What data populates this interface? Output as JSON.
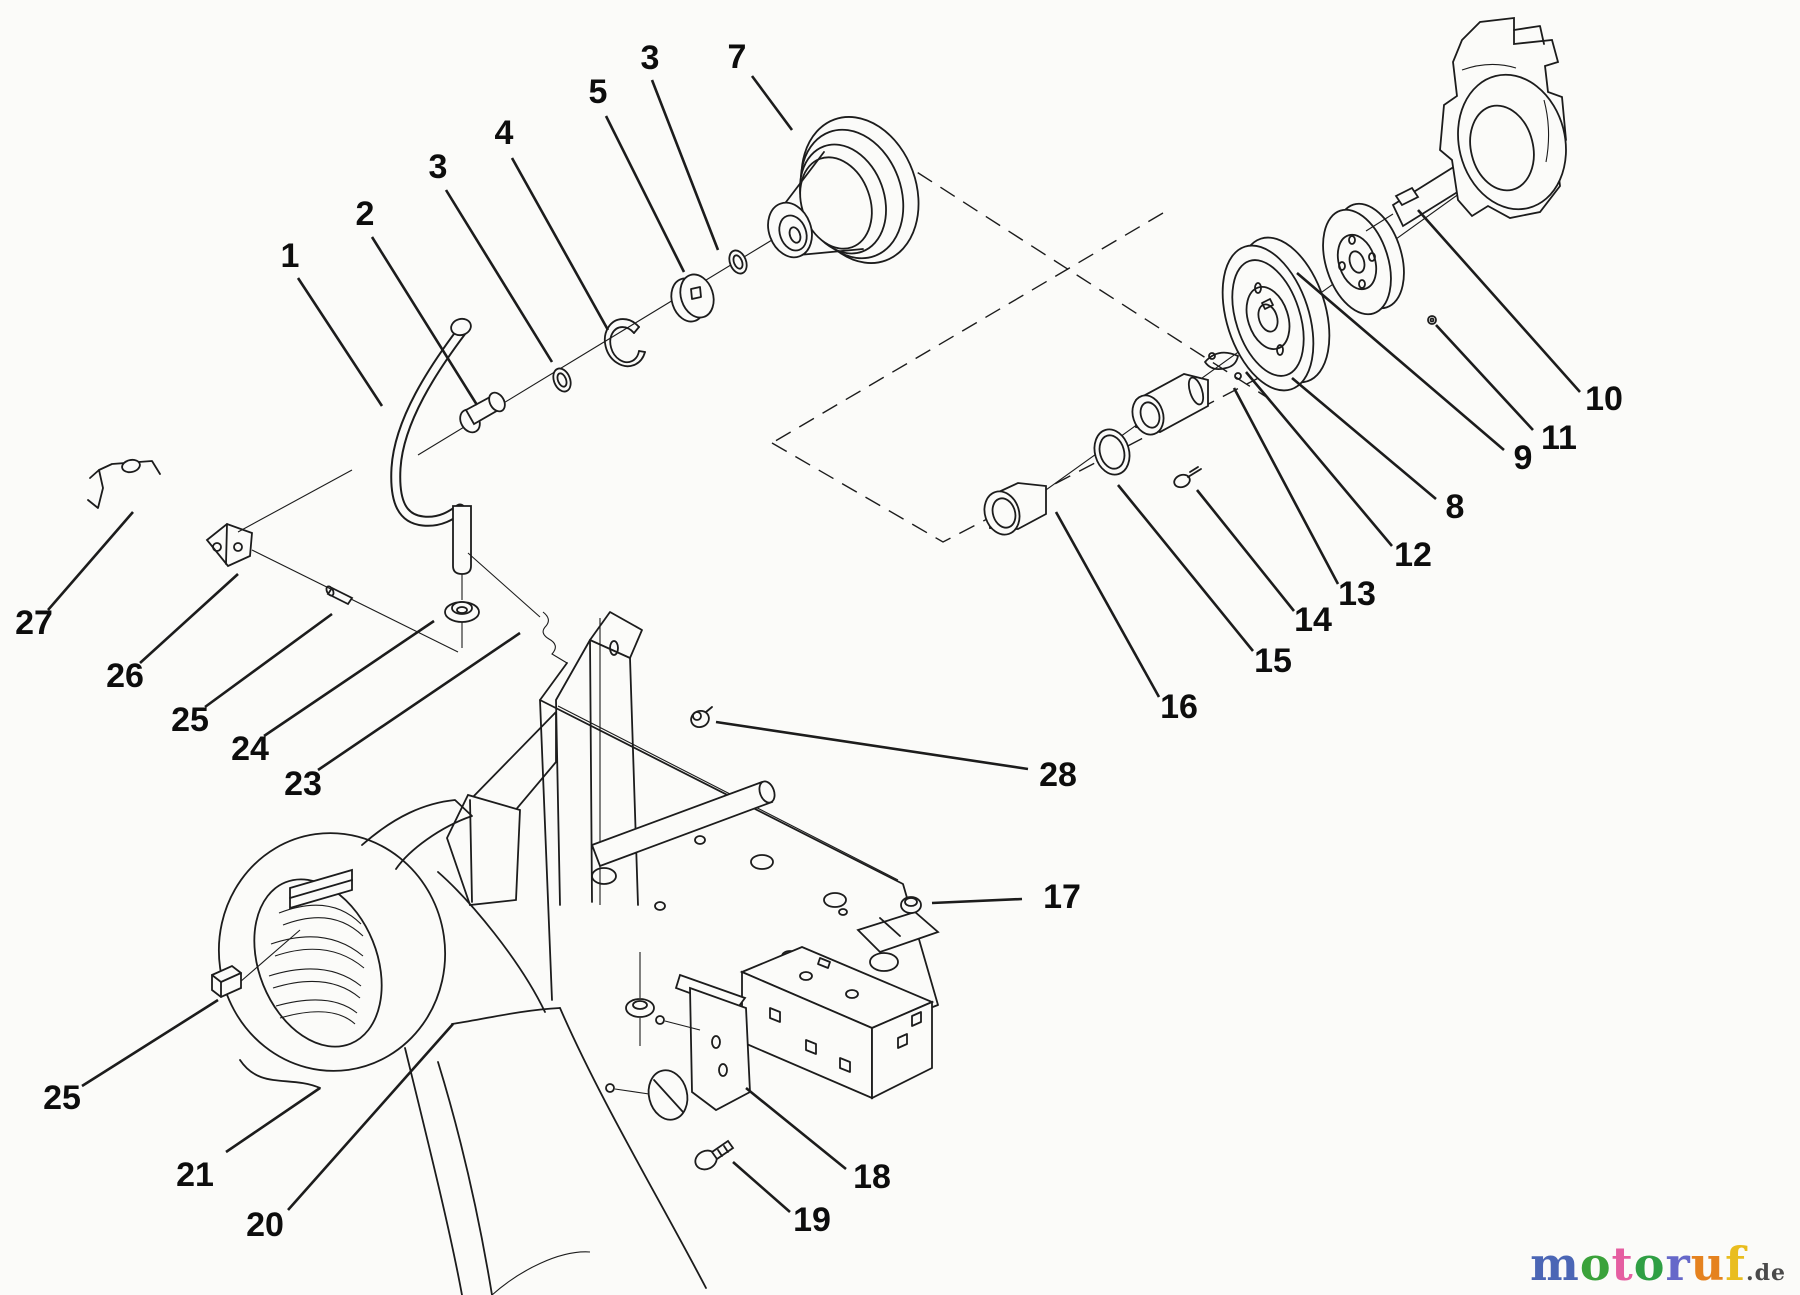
{
  "page": {
    "kind": "exploded-parts-diagram",
    "ink_color": "#1c1c1c",
    "paper_color": "#fbfbf9"
  },
  "callouts": [
    {
      "text": "1",
      "label": [
        290,
        256
      ],
      "leader": [
        298,
        278,
        382,
        406
      ]
    },
    {
      "text": "2",
      "label": [
        365,
        214
      ],
      "leader": [
        372,
        237,
        477,
        405
      ]
    },
    {
      "text": "3",
      "label": [
        438,
        167
      ],
      "leader": [
        446,
        190,
        552,
        362
      ]
    },
    {
      "text": "4",
      "label": [
        504,
        133
      ],
      "leader": [
        512,
        158,
        608,
        330
      ]
    },
    {
      "text": "5",
      "label": [
        598,
        92
      ],
      "leader": [
        606,
        116,
        684,
        272
      ]
    },
    {
      "text": "3",
      "label": [
        650,
        58
      ],
      "leader": [
        652,
        80,
        718,
        250
      ]
    },
    {
      "text": "7",
      "label": [
        737,
        57
      ],
      "leader": [
        752,
        76,
        792,
        130
      ]
    },
    {
      "text": "10",
      "label": [
        1604,
        399
      ],
      "leader": [
        1580,
        392,
        1418,
        210
      ]
    },
    {
      "text": "11",
      "label": [
        1559,
        438
      ],
      "leader": [
        1533,
        430,
        1436,
        325
      ]
    },
    {
      "text": "9",
      "label": [
        1523,
        458
      ],
      "leader": [
        1504,
        450,
        1297,
        273
      ]
    },
    {
      "text": "8",
      "label": [
        1455,
        507
      ],
      "leader": [
        1436,
        499,
        1292,
        378
      ]
    },
    {
      "text": "12",
      "label": [
        1413,
        555
      ],
      "leader": [
        1392,
        546,
        1246,
        372
      ]
    },
    {
      "text": "13",
      "label": [
        1357,
        594
      ],
      "leader": [
        1338,
        584,
        1234,
        388
      ]
    },
    {
      "text": "14",
      "label": [
        1313,
        620
      ],
      "leader": [
        1294,
        611,
        1197,
        490
      ]
    },
    {
      "text": "15",
      "label": [
        1273,
        661
      ],
      "leader": [
        1253,
        651,
        1118,
        485
      ]
    },
    {
      "text": "16",
      "label": [
        1179,
        707
      ],
      "leader": [
        1159,
        697,
        1056,
        512
      ]
    },
    {
      "text": "28",
      "label": [
        1058,
        775
      ],
      "leader": [
        1028,
        769,
        716,
        722
      ]
    },
    {
      "text": "17",
      "label": [
        1062,
        897
      ],
      "leader": [
        1022,
        899,
        932,
        903
      ]
    },
    {
      "text": "18",
      "label": [
        872,
        1177
      ],
      "leader": [
        846,
        1169,
        746,
        1088
      ]
    },
    {
      "text": "19",
      "label": [
        812,
        1220
      ],
      "leader": [
        790,
        1212,
        733,
        1162
      ]
    },
    {
      "text": "20",
      "label": [
        265,
        1225
      ],
      "leader": [
        288,
        1210,
        453,
        1024
      ]
    },
    {
      "text": "21",
      "label": [
        195,
        1175
      ],
      "leader": [
        226,
        1152,
        320,
        1088
      ]
    },
    {
      "text": "25",
      "label": [
        62,
        1098
      ],
      "leader": [
        82,
        1086,
        218,
        1000
      ]
    },
    {
      "text": "23",
      "label": [
        303,
        784
      ],
      "leader": [
        318,
        770,
        520,
        633
      ]
    },
    {
      "text": "24",
      "label": [
        250,
        749
      ],
      "leader": [
        264,
        736,
        434,
        621
      ]
    },
    {
      "text": "25",
      "label": [
        190,
        720
      ],
      "leader": [
        205,
        707,
        332,
        614
      ]
    },
    {
      "text": "26",
      "label": [
        125,
        676
      ],
      "leader": [
        140,
        663,
        238,
        574
      ]
    },
    {
      "text": "27",
      "label": [
        34,
        623
      ],
      "leader": [
        48,
        610,
        133,
        512
      ]
    }
  ],
  "watermark": {
    "letters": [
      {
        "t": "m",
        "c": "#4b66b5"
      },
      {
        "t": "o",
        "c": "#3aa23a"
      },
      {
        "t": "t",
        "c": "#e55ea1"
      },
      {
        "t": "o",
        "c": "#2f9f44"
      },
      {
        "t": "r",
        "c": "#6668c9"
      },
      {
        "t": "u",
        "c": "#e5821f"
      },
      {
        "t": "f",
        "c": "#e9bd1f"
      }
    ],
    "suffix": ".de",
    "suffix_color": "#4a4a4a"
  }
}
